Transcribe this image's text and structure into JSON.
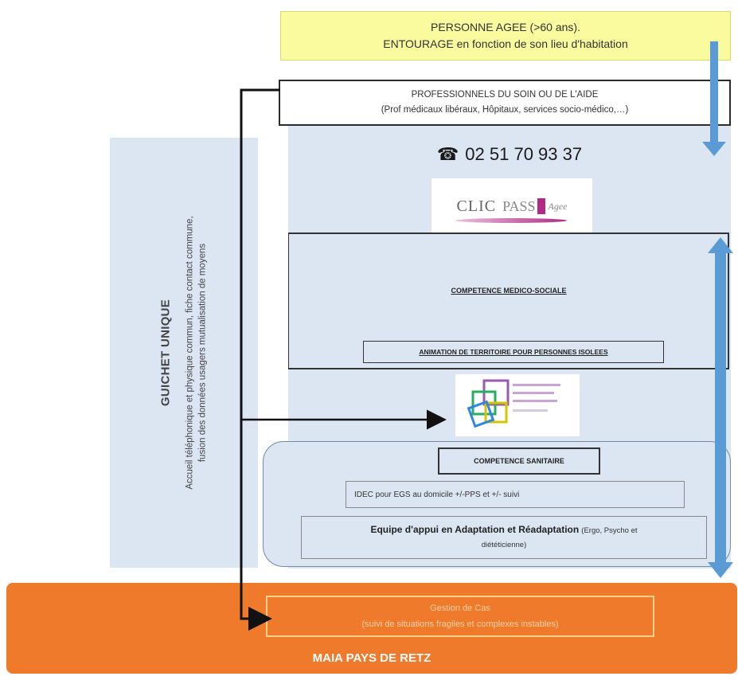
{
  "top_box": {
    "line1": "PERSONNE AGEE (>60 ans).",
    "line2": "ENTOURAGE en fonction de son lieu d'habitation"
  },
  "pro_box": {
    "line1": "PROFESSIONNELS DU SOIN OU DE L'AIDE",
    "line2": "(Prof médicaux libéraux, Hôpitaux, services socio-médico,…)"
  },
  "guichet": {
    "title": "GUICHET UNIQUE",
    "lines": [
      "Accueil téléphonique et physique commun, fiche contact commune,",
      "fusion des données usagers mutualisation de moyens"
    ]
  },
  "phone": {
    "icon": "telephone-icon",
    "glyph": "☎",
    "number": "02 51 70 93 37"
  },
  "clic_logo": {
    "part1": "CLIC",
    "part2": "PASS",
    "part3": "Agee"
  },
  "medico_social": {
    "title": "COMPETENCE MEDICO-SOCIALE",
    "animation": "ANIMATION DE TERRITOIRE POUR PERSONNES ISOLEES"
  },
  "sanitaire": {
    "title": "COMPETENCE SANITAIRE",
    "idec": "IDEC pour EGS au domicile +/-PPS et +/- suivi",
    "equipe_bold": "Equipe d'appui en Adaptation et Réadaptation",
    "equipe_rest": "(Ergo, Psycho et",
    "equipe_line2": "diététicienne)"
  },
  "maia": {
    "gestion_line1": "Gestion de Cas",
    "gestion_line2": "(suivi de situations fragiles et complexes instables)",
    "title": "MAIA PAYS DE RETZ"
  },
  "colors": {
    "yellow": "#fafa9e",
    "panel_blue": "#dce6f2",
    "arrow_blue": "#5b9bd5",
    "orange": "#ef7a2c",
    "magenta": "#b12a85"
  }
}
